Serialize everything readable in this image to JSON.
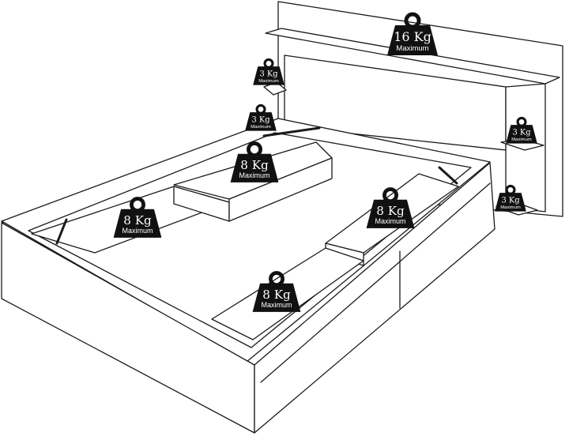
{
  "colors": {
    "line": "#1a1a1a",
    "weight_fill": "#111111",
    "weight_text": "#ffffff",
    "background": "#ffffff"
  },
  "weights": [
    {
      "id": "headboard-shelf",
      "value": "16 Kg",
      "label": "Maximum",
      "icon": "weight-icon"
    },
    {
      "id": "left-upper-shelf",
      "value": "3 Kg",
      "label": "Maximum",
      "icon": "weight-icon"
    },
    {
      "id": "left-lower-shelf",
      "value": "3 Kg",
      "label": "Maximum",
      "icon": "weight-icon"
    },
    {
      "id": "right-upper-shelf",
      "value": "3 Kg",
      "label": "Maximum",
      "icon": "weight-icon"
    },
    {
      "id": "right-lower-shelf",
      "value": "3 Kg",
      "label": "Maximum",
      "icon": "weight-icon"
    },
    {
      "id": "back-compartment",
      "value": "8 Kg",
      "label": "Maximum",
      "icon": "weight-icon"
    },
    {
      "id": "left-compartment",
      "value": "8 Kg",
      "label": "Maximum",
      "icon": "weight-icon"
    },
    {
      "id": "right-drawer",
      "value": "8 Kg",
      "label": "Maximum",
      "icon": "weight-icon"
    },
    {
      "id": "front-drawer",
      "value": "8 Kg",
      "label": "Maximum",
      "icon": "weight-icon"
    }
  ]
}
